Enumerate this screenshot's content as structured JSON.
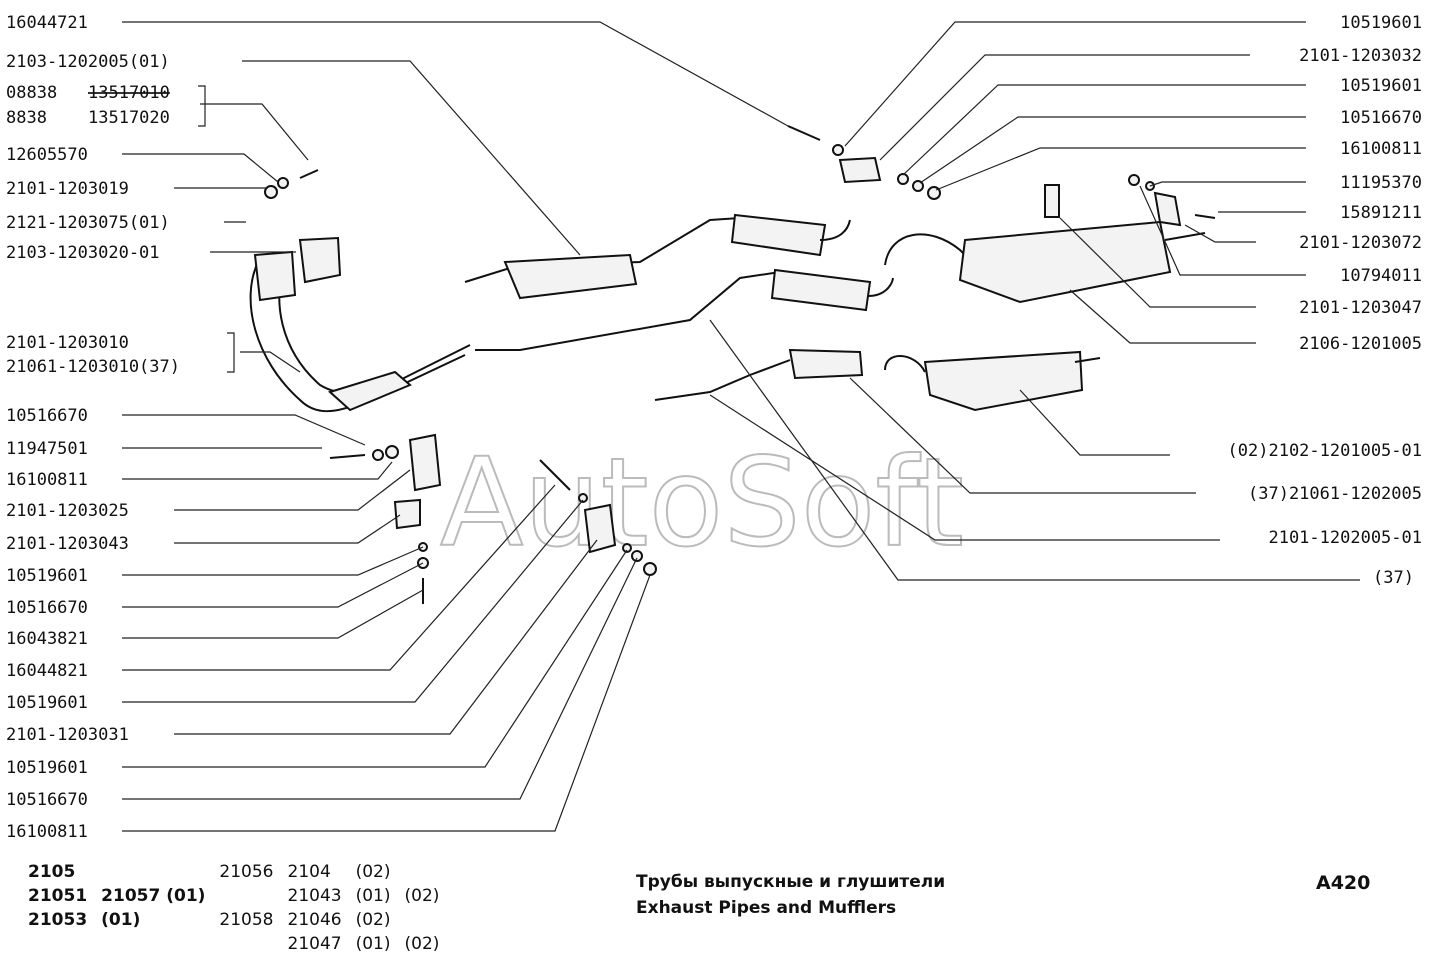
{
  "watermark": "AutoSoft",
  "left_labels": [
    "16044721",
    "2103-1202005(01)",
    "12605570",
    "2101-1203019",
    "2121-1203075(01)",
    "2103-1203020-01",
    "2101-1203010",
    "21061-1203010(37)",
    "10516670",
    "11947501",
    "16100811",
    "2101-1203025",
    "2101-1203043",
    "10519601",
    "10516670",
    "16043821",
    "16044821",
    "10519601",
    "2101-1203031",
    "10519601",
    "10516670",
    "16100811"
  ],
  "bracket_group": {
    "line1_a": "08838",
    "line1_b": "13517010",
    "line2_a": "8838",
    "line2_b": "13517020"
  },
  "right_labels": [
    "10519601",
    "2101-1203032",
    "10519601",
    "10516670",
    "16100811",
    "11195370",
    "15891211",
    "2101-1203072",
    "10794011",
    "2101-1203047",
    "2106-1201005",
    "(02)2102-1201005-01",
    "(37)21061-1202005",
    "2101-1202005-01",
    "(37)"
  ],
  "models": {
    "row1": [
      "2105",
      "",
      "21056",
      "2104",
      "(02)",
      ""
    ],
    "row2": [
      "21051",
      "21057 (01)",
      "",
      "21043",
      "(01)",
      "(02)"
    ],
    "row3": [
      "21053",
      "(01)",
      "21058",
      "21046",
      "(02)",
      ""
    ],
    "row4": [
      "",
      "",
      "",
      "21047",
      "(01)",
      "(02)"
    ]
  },
  "title_ru": "Трубы выпускные и глушители",
  "title_en": "Exhaust Pipes and Mufflers",
  "page_code": "A420"
}
